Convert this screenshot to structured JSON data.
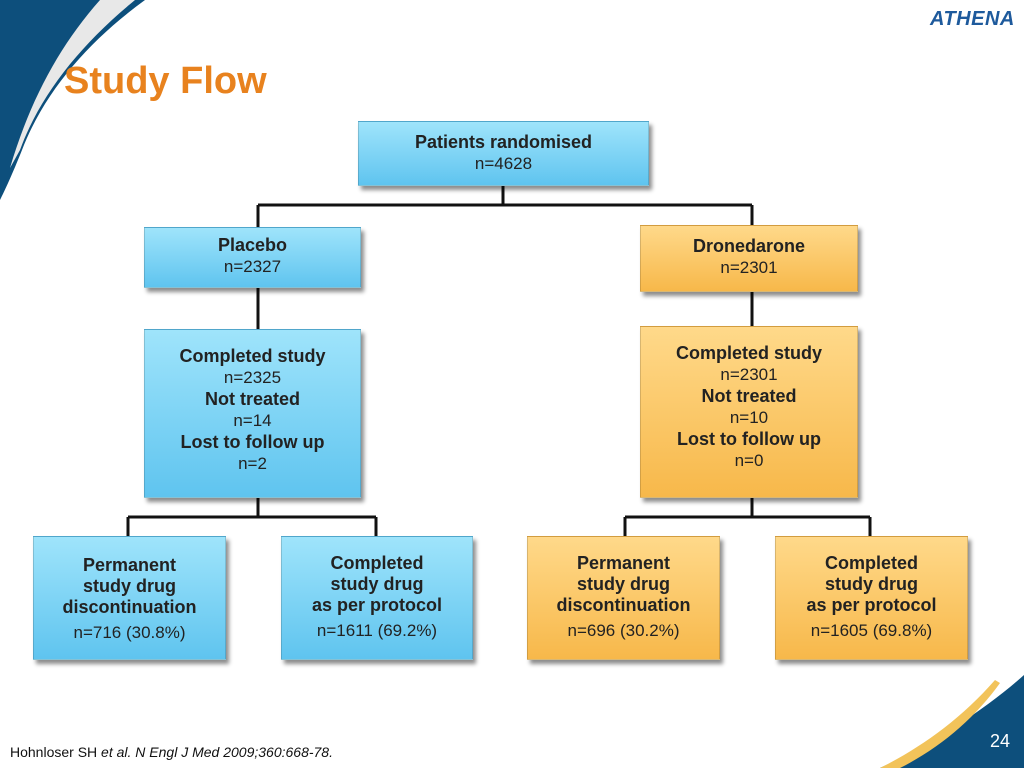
{
  "slide": {
    "logo": "ATHENA",
    "title": "Study Flow",
    "page_number": "24",
    "citation": {
      "authors": "Hohnloser SH",
      "rest": "et al. N Engl J Med 2009;360:668-78."
    }
  },
  "colors": {
    "title": "#e8821e",
    "placebo_box": "#7fd4f5",
    "dronedarone_box": "#fbc964",
    "frame": "#0d4f7c"
  },
  "flow": {
    "root": {
      "label": "Patients randomised",
      "n": "n=4628"
    },
    "placebo": {
      "arm": {
        "label": "Placebo",
        "n": "n=2327"
      },
      "status": {
        "completed_label": "Completed study",
        "completed_n": "n=2325",
        "not_treated_label": "Not treated",
        "not_treated_n": "n=14",
        "lost_label": "Lost to follow up",
        "lost_n": "n=2"
      },
      "discontinued": {
        "line1": "Permanent",
        "line2": "study drug",
        "line3": "discontinuation",
        "n": "n=716 (30.8%)"
      },
      "completed_drug": {
        "line1": "Completed",
        "line2": "study drug",
        "line3": "as per protocol",
        "n": "n=1611 (69.2%)"
      }
    },
    "dronedarone": {
      "arm": {
        "label": "Dronedarone",
        "n": "n=2301"
      },
      "status": {
        "completed_label": "Completed study",
        "completed_n": "n=2301",
        "not_treated_label": "Not treated",
        "not_treated_n": "n=10",
        "lost_label": "Lost to follow up",
        "lost_n": "n=0"
      },
      "discontinued": {
        "line1": "Permanent",
        "line2": "study drug",
        "line3": "discontinuation",
        "n": "n=696 (30.2%)"
      },
      "completed_drug": {
        "line1": "Completed",
        "line2": "study drug",
        "line3": "as per protocol",
        "n": "n=1605 (69.8%)"
      }
    }
  }
}
